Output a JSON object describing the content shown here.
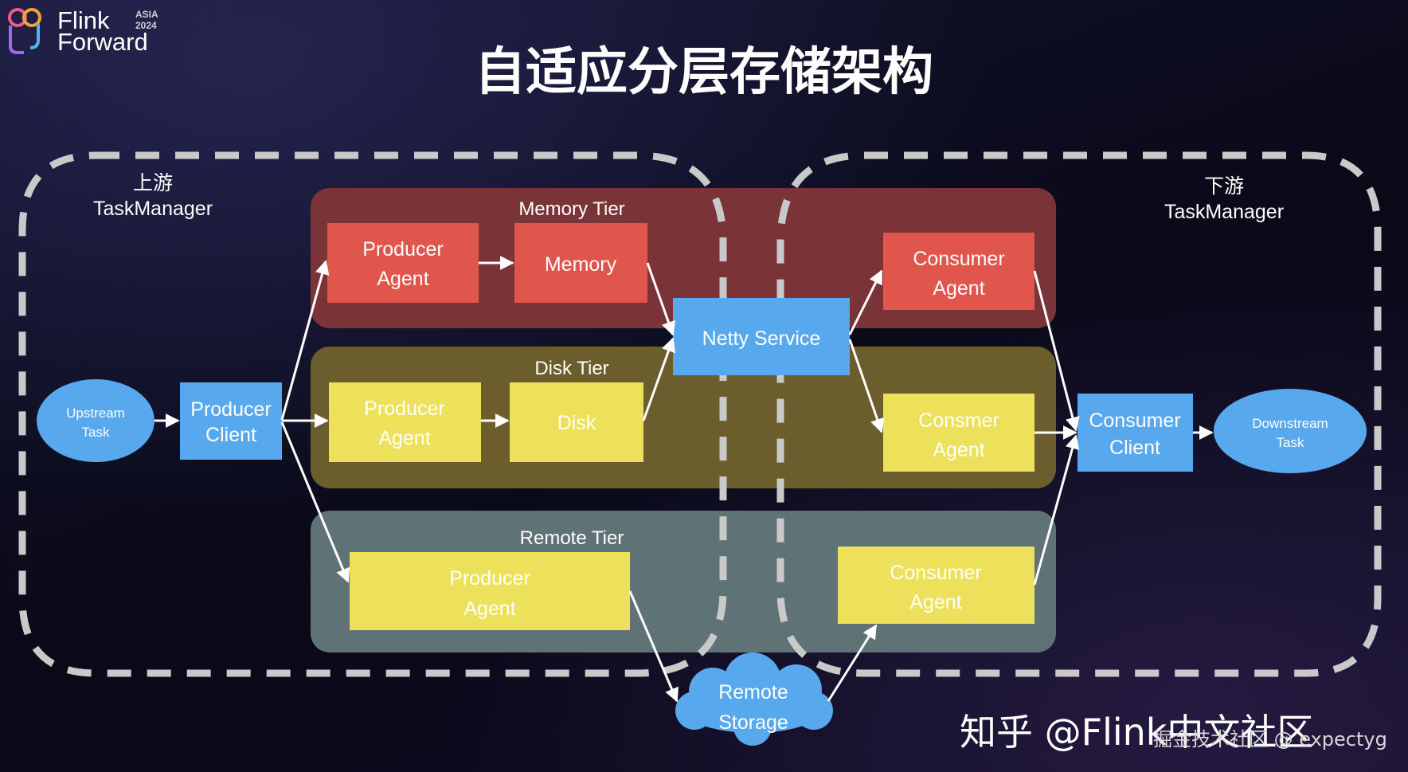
{
  "logo": {
    "line1": "Flink",
    "line2": "Forward",
    "tag1": "ASIA",
    "tag2": "2024"
  },
  "title": "自适应分层存储架构",
  "upstream_tm": {
    "line1": "上游",
    "line2": "TaskManager"
  },
  "downstream_tm": {
    "line1": "下游",
    "line2": "TaskManager"
  },
  "tiers": {
    "memory": "Memory Tier",
    "disk": "Disk Tier",
    "remote": "Remote Tier"
  },
  "nodes": {
    "upstream_task": {
      "line1": "Upstream",
      "line2": "Task"
    },
    "producer_client": {
      "line1": "Producer",
      "line2": "Client"
    },
    "memory_producer": {
      "line1": "Producer",
      "line2": "Agent"
    },
    "memory": "Memory",
    "disk_producer": {
      "line1": "Producer",
      "line2": "Agent"
    },
    "disk": "Disk",
    "remote_producer": {
      "line1": "Producer",
      "line2": "Agent"
    },
    "netty": "Netty Service",
    "memory_consumer": {
      "line1": "Consumer",
      "line2": "Agent"
    },
    "disk_consumer": {
      "line1": "Consmer",
      "line2": "Agent"
    },
    "remote_consumer": {
      "line1": "Consumer",
      "line2": "Agent"
    },
    "remote_storage": {
      "line1": "Remote",
      "line2": "Storage"
    },
    "consumer_client": {
      "line1": "Consumer",
      "line2": "Client"
    },
    "downstream_task": {
      "line1": "Downstream",
      "line2": "Task"
    }
  },
  "watermark": {
    "main": "知乎 @Flink中文社区",
    "sub": "掘金技术社区 @ expectyg"
  },
  "colors": {
    "memory_tier_bg": "#7a3438",
    "disk_tier_bg": "#6b5e2c",
    "remote_tier_bg": "#5f7275",
    "red_box": "#e0564d",
    "yellow_box": "#ede05a",
    "blue_box": "#58a8ee",
    "dashed_border": "#c9c9c9",
    "arrow": "#ffffff"
  },
  "icons": [
    "flink-forward-logo-icon",
    "arrow-icon",
    "cloud-icon"
  ]
}
